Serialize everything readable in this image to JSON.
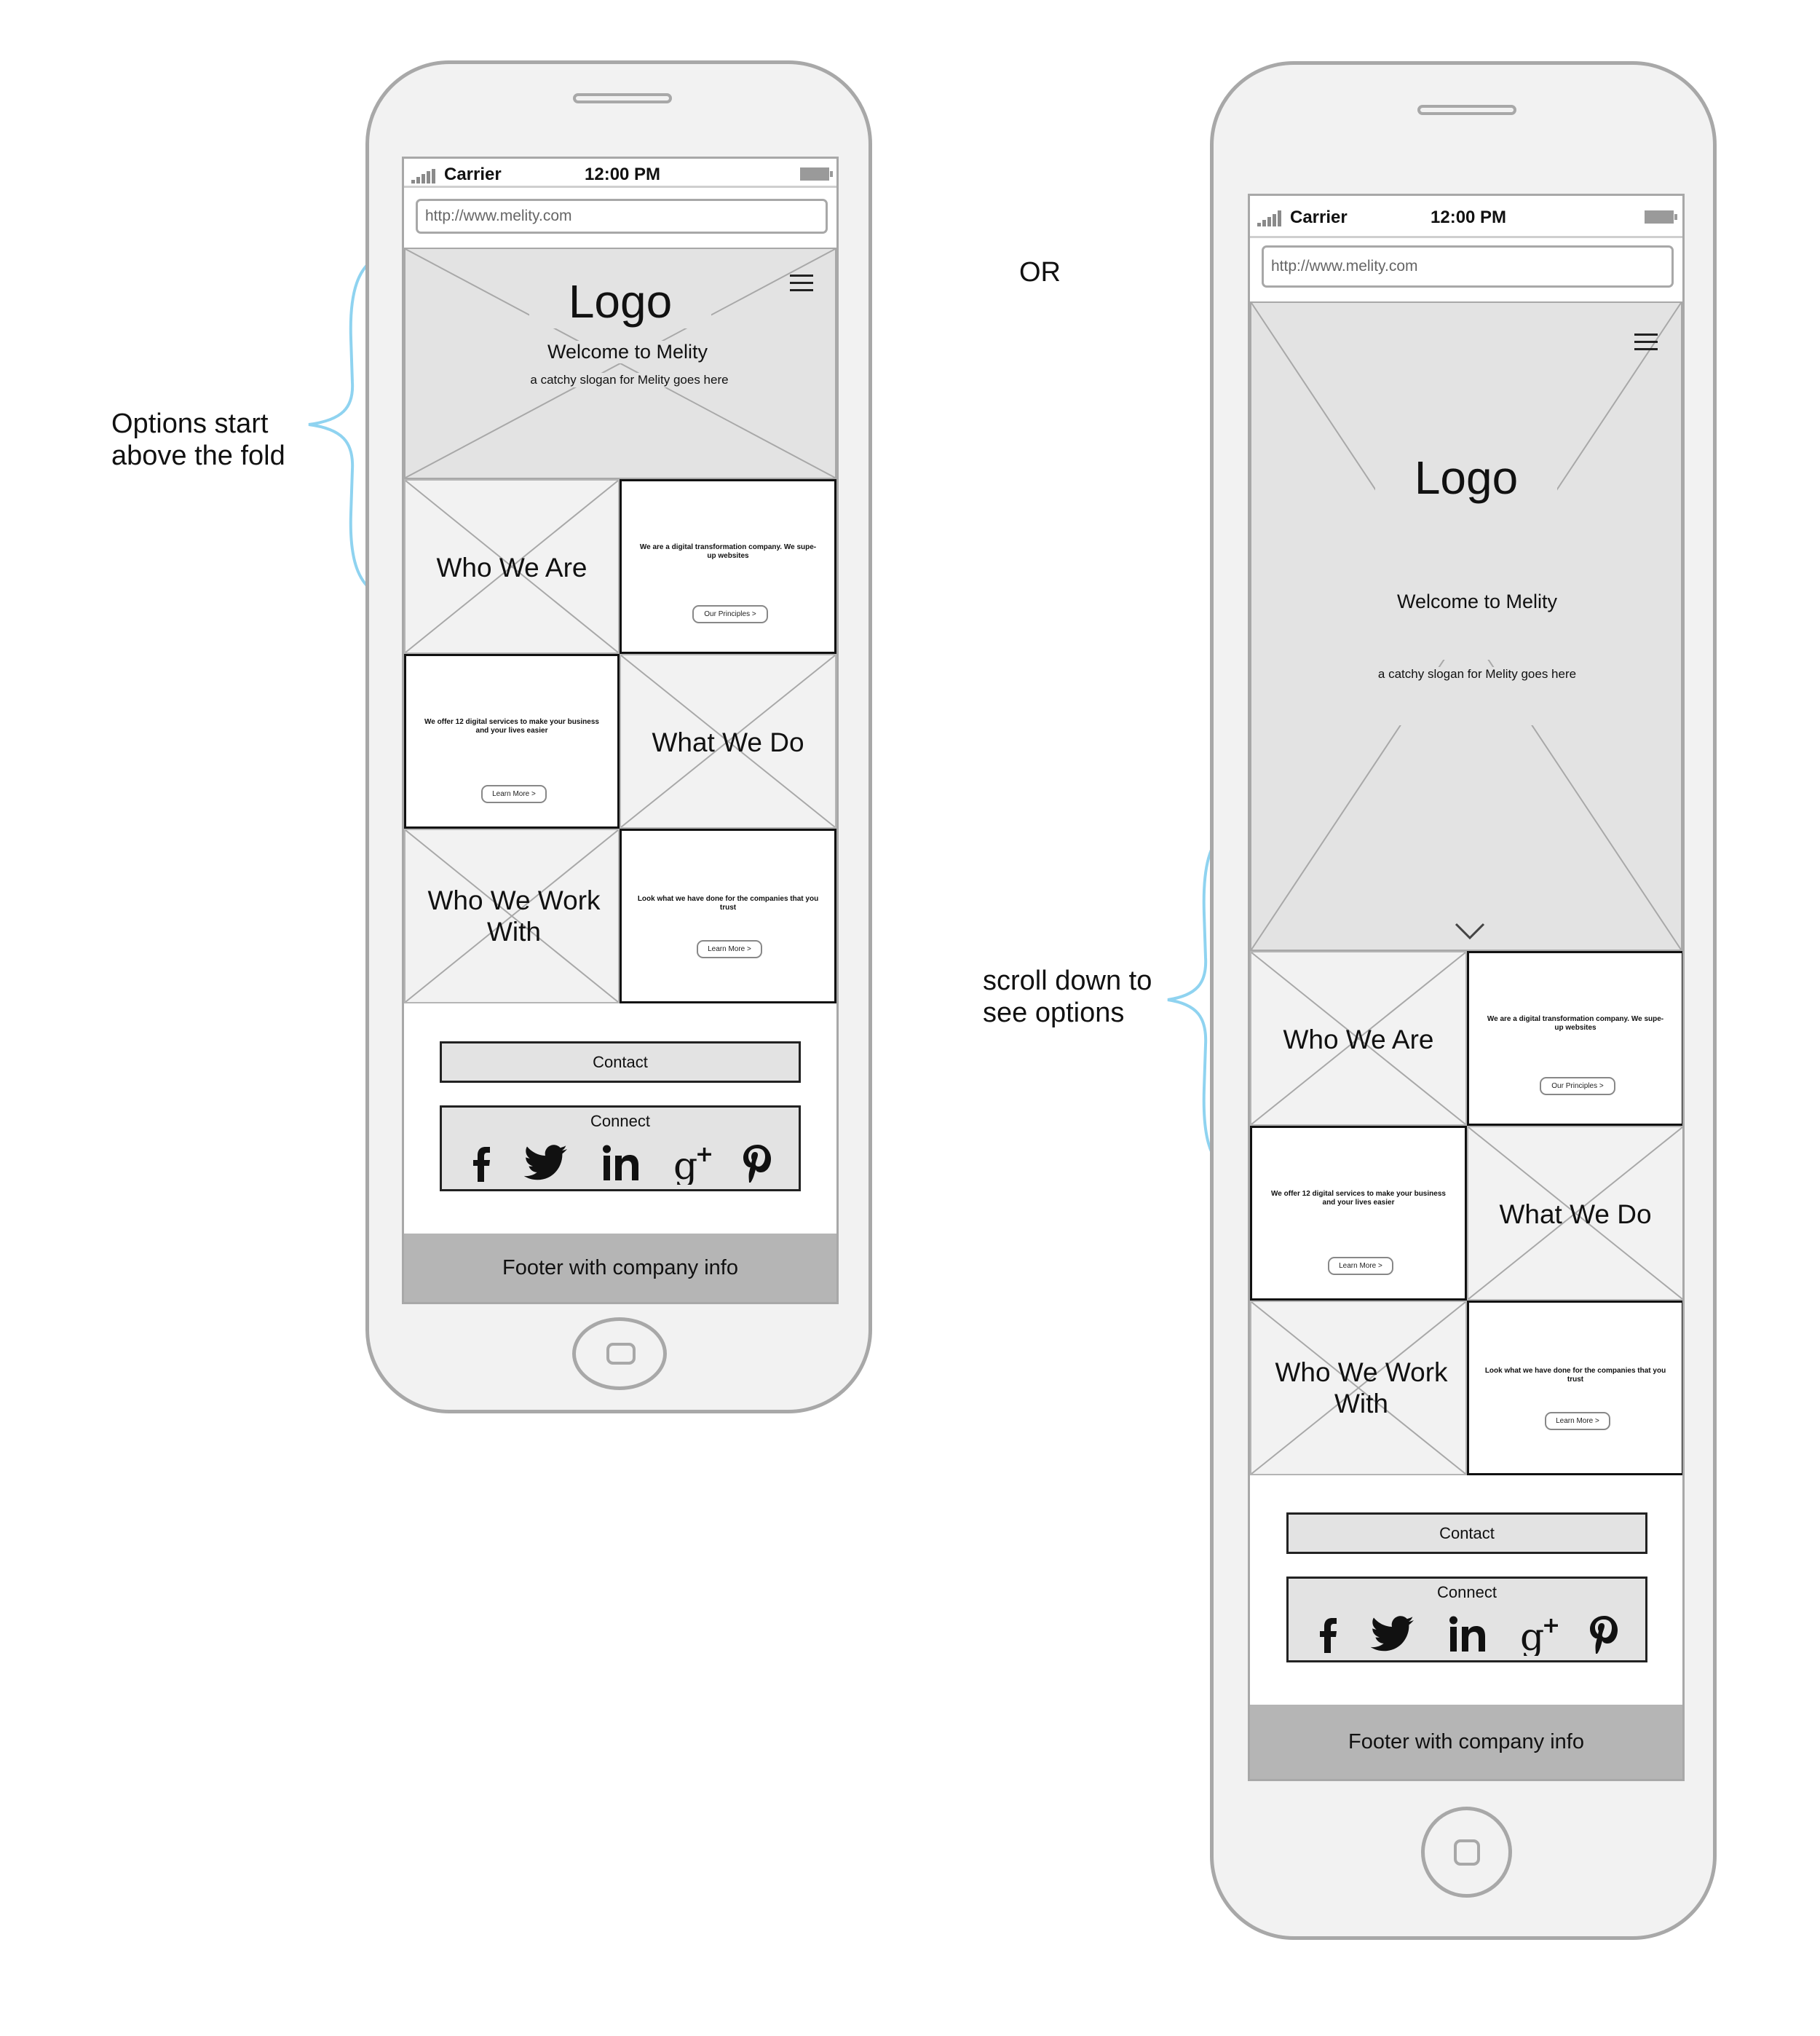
{
  "annotations": {
    "left_note_line1": "Options start",
    "left_note_line2": "above the fold",
    "or_label": "OR",
    "right_note_line1": "scroll down to",
    "right_note_line2": "see options"
  },
  "phone": {
    "carrier": "Carrier",
    "time": "12:00 PM",
    "url": "http://www.melity.com"
  },
  "hero": {
    "logo": "Logo",
    "welcome": "Welcome to Melity",
    "slogan": "a catchy slogan for Melity goes here"
  },
  "tiles": {
    "who_we_are": "Who We Are",
    "who_we_are_text": "We are a digital transformation company.  We supe-up websites",
    "principles_button": "Our Principles >",
    "services_text": "We offer 12 digital services to make your business and your lives easier",
    "learn_more": "Learn More >",
    "what_we_do": "What We Do",
    "who_we_work_with_line1": "Who We Work",
    "who_we_work_with_line2": "With",
    "work_text": "Look what we have done for the companies that you trust"
  },
  "bottom": {
    "contact": "Contact",
    "connect": "Connect",
    "footer": "Footer with company info"
  },
  "icons": [
    "facebook-icon",
    "twitter-icon",
    "linkedin-icon",
    "google-plus-icon",
    "pinterest-icon"
  ],
  "colors": {
    "annotation_brace": "#8fd3f0",
    "phone_outline": "#a8a8a8",
    "placeholder_fill": "#e3e3e3",
    "footer_fill": "#b5b5b5"
  }
}
